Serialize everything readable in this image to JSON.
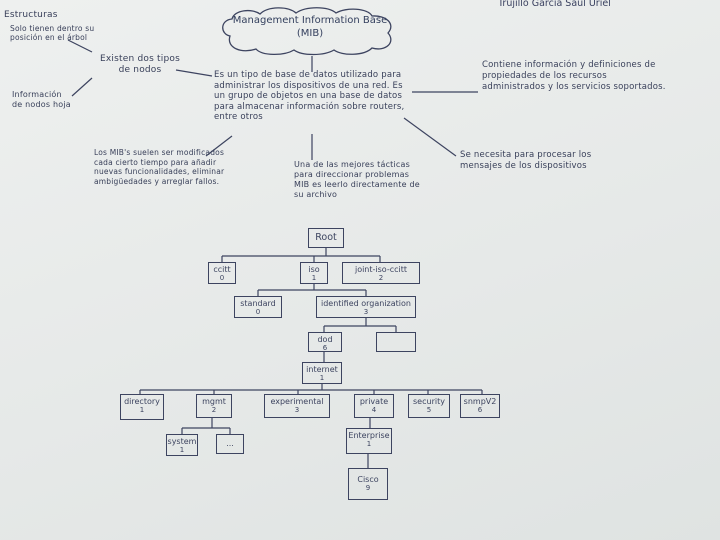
{
  "author": "Trujillo García Saul Uriel",
  "central": {
    "title": "Management Information Base",
    "abbr": "(MIB)"
  },
  "notes": {
    "estructuras": "Estructuras",
    "estructuras_desc": "Solo tienen dentro su posición en el árbol",
    "tipos": "Existen dos tipos de nodos",
    "info_nodos": "Información de nodos hoja",
    "definicion": "Es un tipo de base de datos utilizado para administrar los dispositivos de una red. Es un grupo de objetos en una base de datos para almacenar información sobre routers, entre otros",
    "contiene": "Contiene información y definiciones de propiedades de los recursos administrados y los servicios soportados.",
    "mibs": "Los MIB's suelen ser modificados cada cierto tiempo para añadir nuevas funcionalidades, eliminar ambigüedades y arreglar fallos.",
    "tacticas": "Una de las mejores tácticas para direccionar problemas MIB es leerlo directamente de su archivo",
    "procesar": "Se necesita para procesar los mensajes de los dispositivos"
  },
  "tree": {
    "root": "Root",
    "ccitt": "ccitt",
    "ccitt_n": "0",
    "iso": "iso",
    "iso_n": "1",
    "joint": "joint-iso-ccitt",
    "joint_n": "2",
    "standard": "standard",
    "standard_n": "0",
    "org": "identified organization",
    "org_n": "3",
    "dod": "dod",
    "dod_n": "6",
    "blank": "",
    "internet": "internet",
    "internet_n": "1",
    "directory": "directory",
    "directory_n": "1",
    "mgmt": "mgmt",
    "mgmt_n": "2",
    "experimental": "experimental",
    "experimental_n": "3",
    "private": "private",
    "private_n": "4",
    "security": "security",
    "security_n": "5",
    "snmpv2": "snmpV2",
    "snmpv2_n": "6",
    "system": "system",
    "system_n": "1",
    "dots": "...",
    "enterprise": "Enterprise",
    "enterprise_n": "1",
    "cisco": "Cisco",
    "cisco_n": "9"
  }
}
